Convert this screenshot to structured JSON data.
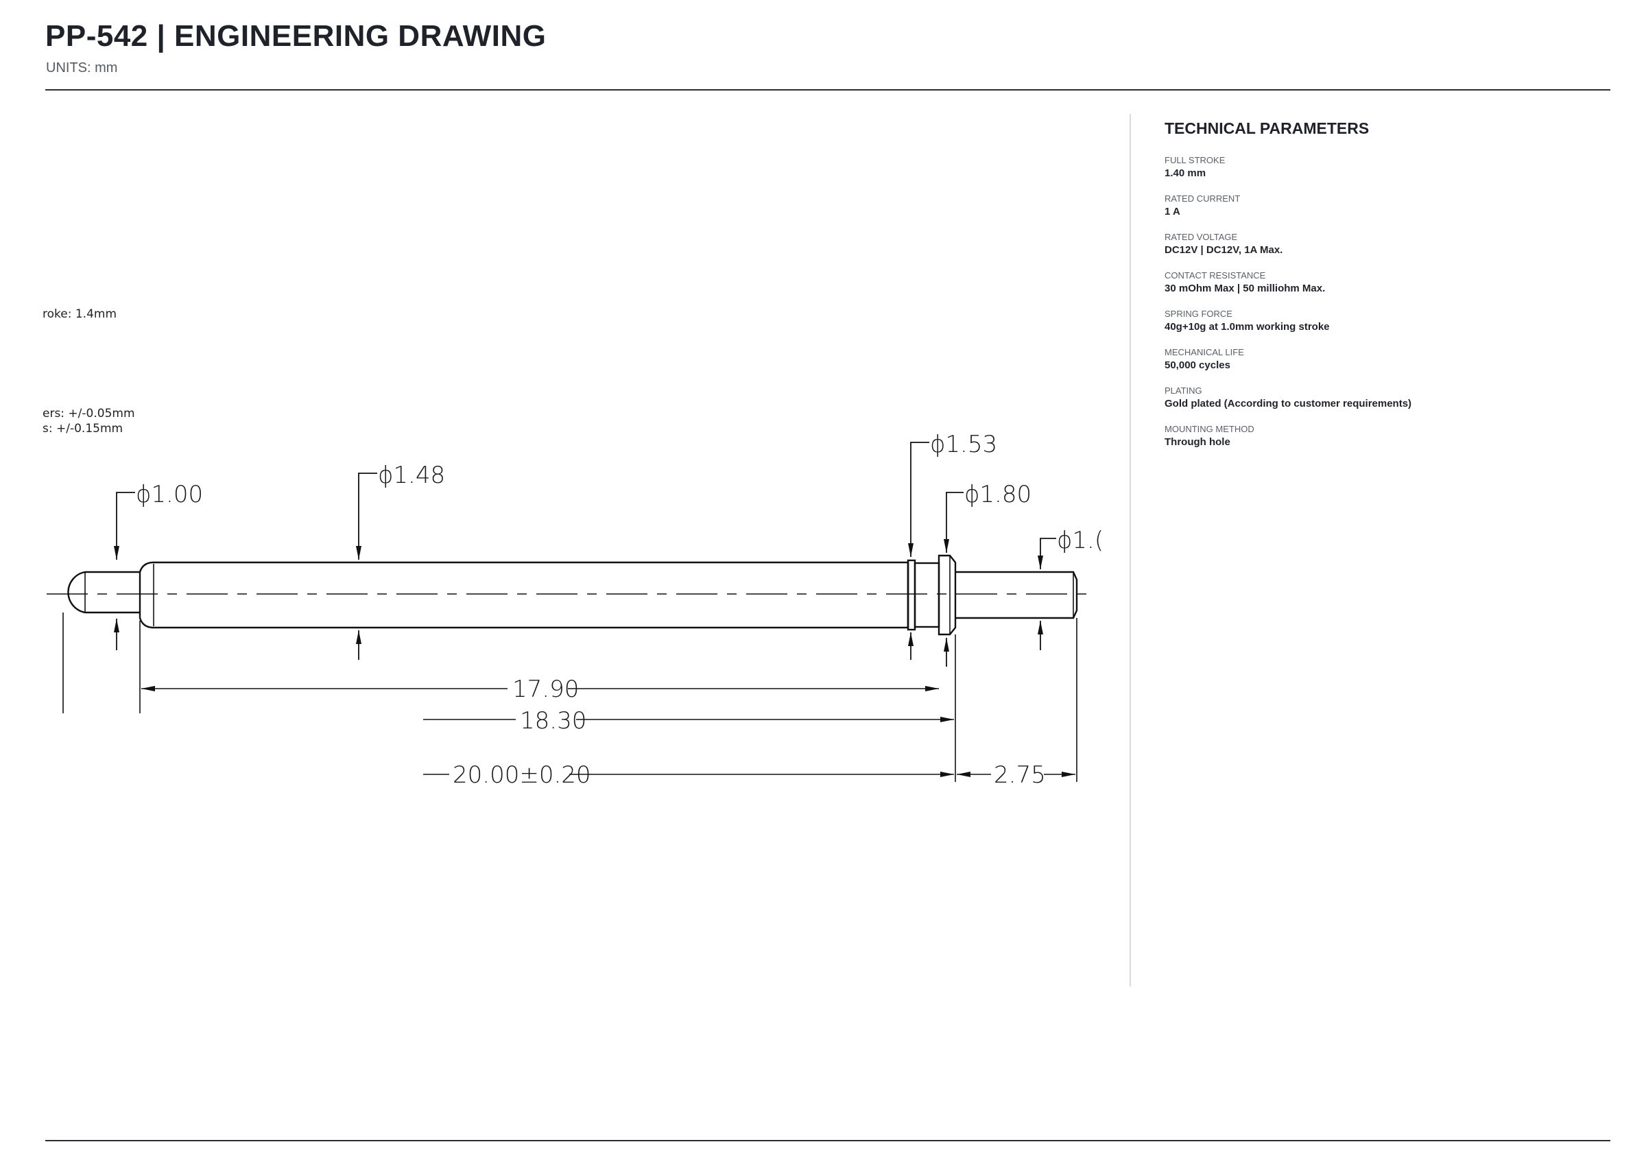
{
  "header": {
    "title": "PP-542  |  ENGINEERING DRAWING",
    "units": "UNITS: mm"
  },
  "panel": {
    "title": "TECHNICAL PARAMETERS",
    "params": [
      {
        "label": "FULL STROKE",
        "value": "1.40 mm"
      },
      {
        "label": "RATED CURRENT",
        "value": "1 A"
      },
      {
        "label": "RATED VOLTAGE",
        "value": "DC12V | DC12V, 1A Max."
      },
      {
        "label": "CONTACT RESISTANCE",
        "value": "30 mOhm Max | 50 milliohm Max."
      },
      {
        "label": "SPRING FORCE",
        "value": "40g+10g at 1.0mm working stroke"
      },
      {
        "label": "MECHANICAL LIFE",
        "value": "50,000 cycles"
      },
      {
        "label": "PLATING",
        "value": "Gold plated (According to customer requirements)"
      },
      {
        "label": "MOUNTING METHOD",
        "value": "Through hole"
      }
    ]
  },
  "drawing": {
    "diameters": {
      "tip": "ϕ1.00",
      "barrel": "ϕ1.48",
      "collar_inner": "ϕ1.53",
      "collar": "ϕ1.80",
      "tail": "ϕ1.("
    },
    "lengths": {
      "barrel_to_collar": "17.90",
      "tip_to_collar": "18.30",
      "overall": "20.00±0.20",
      "tail": "2.75"
    },
    "fragments": {
      "stroke": "roke: 1.4mm",
      "tol1": "ers: +/-0.05mm",
      "tol2": "s: +/-0.15mm"
    }
  }
}
